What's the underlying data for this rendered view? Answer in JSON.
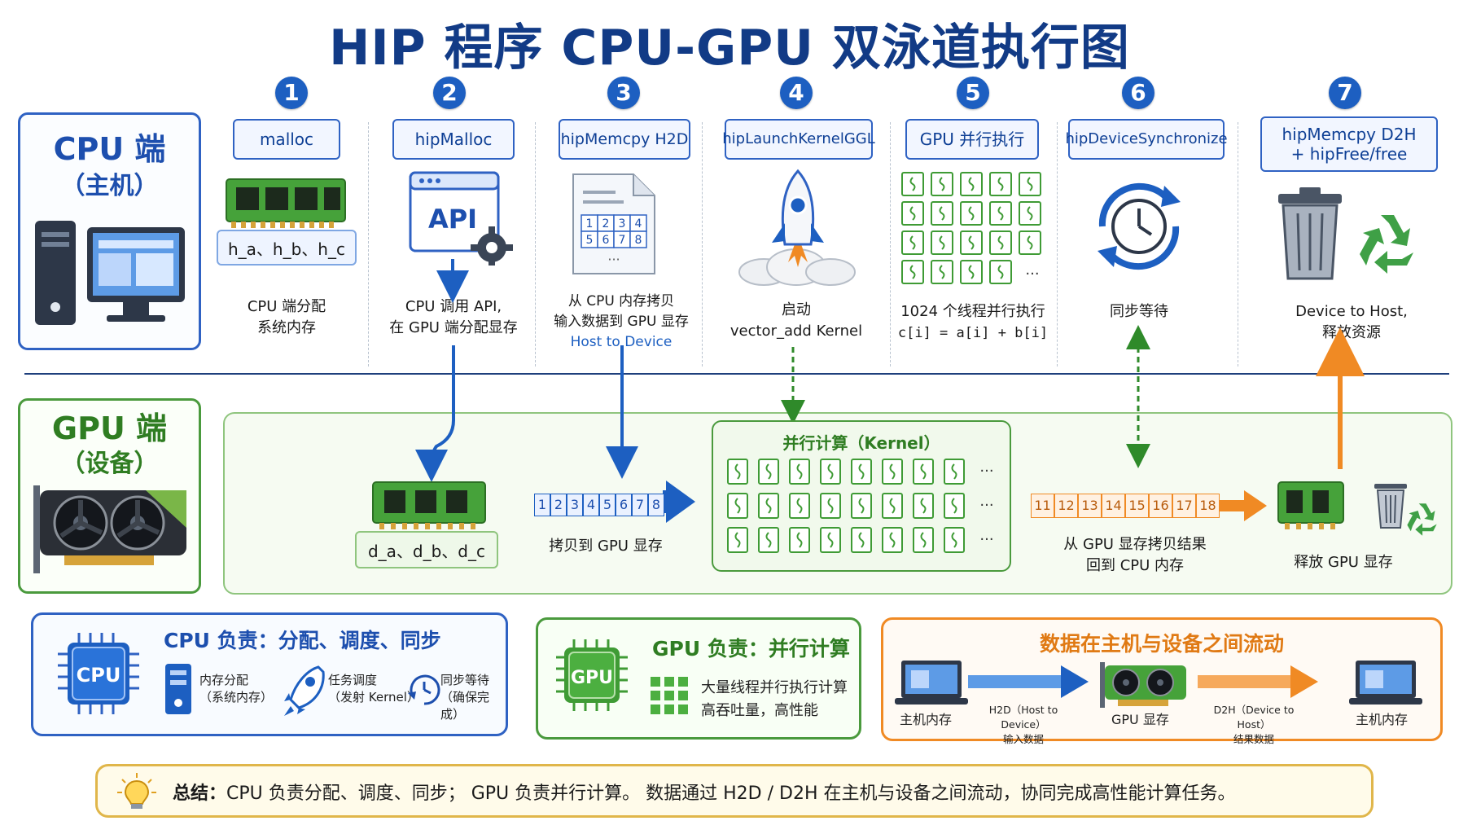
{
  "title": "HIP 程序 CPU-GPU 双泳道执行图",
  "lanes": {
    "cpu_title": "CPU 端",
    "cpu_sub": "（主机）",
    "gpu_title": "GPU 端",
    "gpu_sub": "（设备）"
  },
  "steps": [
    {
      "num": "1",
      "label": "malloc",
      "desc1": "CPU 端分配",
      "desc2": "系统内存",
      "tag": "h_a、h_b、h_c"
    },
    {
      "num": "2",
      "label": "hipMalloc",
      "desc1": "CPU 调用 API,",
      "desc2": "在 GPU 端分配显存",
      "icon_text": "API"
    },
    {
      "num": "3",
      "label": "hipMemcpy H2D",
      "desc1": "从 CPU 内存拷贝",
      "desc2": "输入数据到 GPU 显存",
      "desc3": "Host to Device"
    },
    {
      "num": "4",
      "label": "hipLaunchKernelGGL",
      "desc1": "启动",
      "desc2": "vector_add Kernel"
    },
    {
      "num": "5",
      "label": "GPU 并行执行",
      "desc1": "1024 个线程并行执行",
      "desc2": "c[i] = a[i] + b[i]"
    },
    {
      "num": "6",
      "label": "hipDeviceSynchronize",
      "desc1": "同步等待"
    },
    {
      "num": "7",
      "label": "hipMemcpy D2H",
      "label2": "+ hipFree/free",
      "desc1": "Device to Host,",
      "desc2": "释放资源"
    }
  ],
  "doc_grid": [
    "1",
    "2",
    "3",
    "4",
    "5",
    "6",
    "7",
    "8"
  ],
  "gpu_lane": {
    "dev_tag": "d_a、d_b、d_c",
    "copy_cells": [
      "1",
      "2",
      "3",
      "4",
      "5",
      "6",
      "7",
      "8"
    ],
    "copy_caption": "拷贝到 GPU 显存",
    "kernel_title": "并行计算（Kernel）",
    "result_cells": [
      "11",
      "12",
      "13",
      "14",
      "15",
      "16",
      "17",
      "18"
    ],
    "result_caption1": "从 GPU 显存拷贝结果",
    "result_caption2": "回到 CPU 内存",
    "free_caption": "释放 GPU 显存",
    "ellipsis": "···"
  },
  "panels": {
    "cpu": {
      "title": "CPU 负责：分配、调度、同步",
      "chip": "CPU",
      "items": [
        {
          "l1": "内存分配",
          "l2": "（系统内存）"
        },
        {
          "l1": "任务调度",
          "l2": "（发射 Kernel）"
        },
        {
          "l1": "同步等待",
          "l2": "（确保完成）"
        }
      ]
    },
    "gpu": {
      "title": "GPU 负责：并行计算",
      "chip": "GPU",
      "l1": "大量线程并行执行计算",
      "l2": "高吞吐量，高性能"
    },
    "flow": {
      "title": "数据在主机与设备之间流动",
      "host1": "主机内存",
      "h2d1": "H2D（Host to Device）",
      "h2d2": "输入数据",
      "gpu": "GPU 显存",
      "d2h1": "D2H（Device to Host）",
      "d2h2": "结果数据",
      "host2": "主机内存"
    }
  },
  "summary": {
    "label": "总结：",
    "text": "CPU 负责分配、调度、同步； GPU 负责并行计算。 数据通过 H2D / D2H 在主机与设备之间流动，协同完成高性能计算任务。"
  },
  "colors": {
    "cpu_blue": "#2f62c3",
    "gpu_green": "#4a9a3d",
    "accent_orange": "#f08a24",
    "title_navy": "#123b86"
  }
}
